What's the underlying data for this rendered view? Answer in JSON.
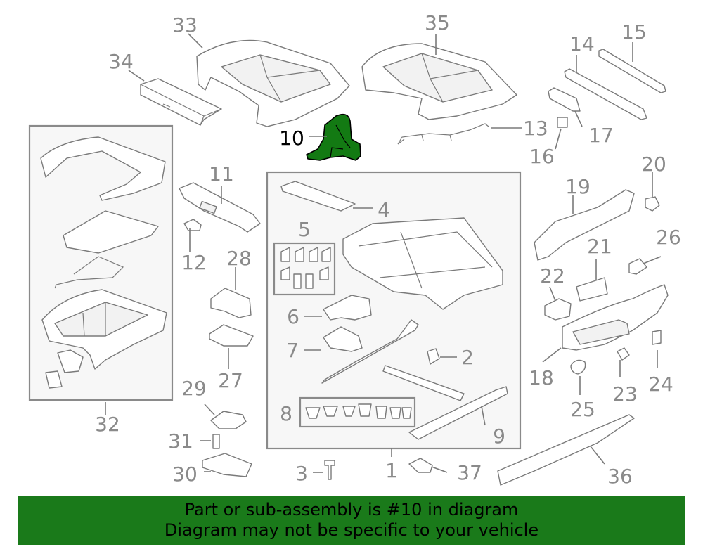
{
  "callouts": {
    "n1": "1",
    "n2": "2",
    "n3": "3",
    "n4": "4",
    "n5": "5",
    "n6": "6",
    "n7": "7",
    "n8": "8",
    "n9": "9",
    "n10": "10",
    "n11": "11",
    "n12": "12",
    "n13": "13",
    "n14": "14",
    "n15": "15",
    "n16": "16",
    "n17": "17",
    "n18": "18",
    "n19": "19",
    "n20": "20",
    "n21": "21",
    "n22": "22",
    "n23": "23",
    "n24": "24",
    "n25": "25",
    "n26": "26",
    "n27": "27",
    "n28": "28",
    "n29": "29",
    "n30": "30",
    "n31": "31",
    "n32": "32",
    "n33": "33",
    "n34": "34",
    "n35": "35",
    "n36": "36",
    "n37": "37"
  },
  "highlight": {
    "part": "10",
    "color": "#137a13"
  },
  "banner": {
    "line1": "Part or sub-assembly is #10 in diagram",
    "line2": "Diagram may not be specific to your vehicle",
    "color": "#1a7a1a"
  }
}
